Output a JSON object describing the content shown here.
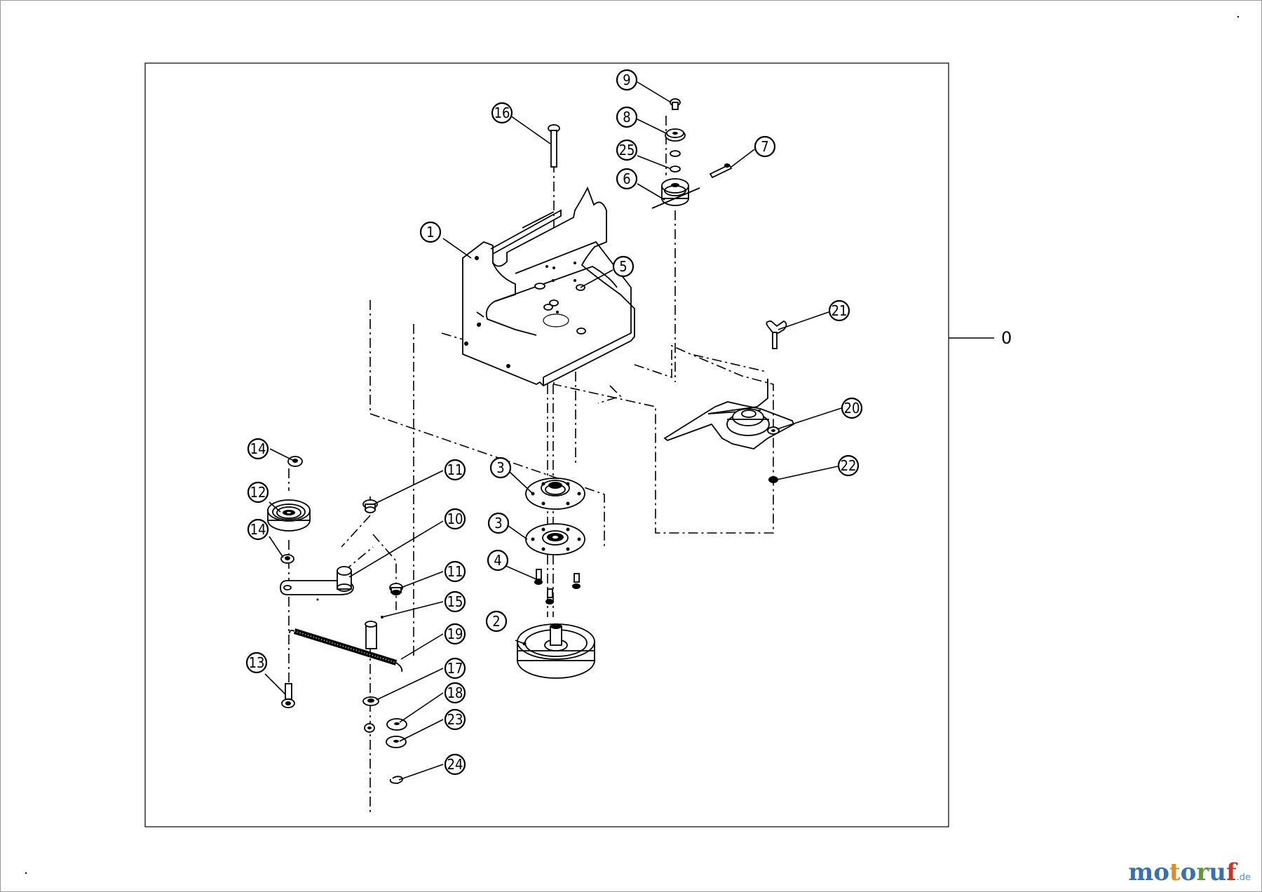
{
  "assembly_label": "0",
  "brand": {
    "letters": [
      "m",
      "o",
      "t",
      "o",
      "r",
      "u",
      "f"
    ],
    "letter_colors": [
      "#3a6fb0",
      "#3a6fb0",
      "#e08a2a",
      "#3a6fb0",
      "#5a9a3c",
      "#3a6fb0",
      "#c0392b"
    ],
    "suffix": ".de"
  },
  "callouts": [
    {
      "id": "c1",
      "label": "1"
    },
    {
      "id": "c2",
      "label": "2"
    },
    {
      "id": "c3a",
      "label": "3"
    },
    {
      "id": "c3b",
      "label": "3"
    },
    {
      "id": "c4",
      "label": "4"
    },
    {
      "id": "c5",
      "label": "5"
    },
    {
      "id": "c6",
      "label": "6"
    },
    {
      "id": "c7",
      "label": "7"
    },
    {
      "id": "c8",
      "label": "8"
    },
    {
      "id": "c9",
      "label": "9"
    },
    {
      "id": "c10",
      "label": "10"
    },
    {
      "id": "c11a",
      "label": "11"
    },
    {
      "id": "c11b",
      "label": "11"
    },
    {
      "id": "c12",
      "label": "12"
    },
    {
      "id": "c13",
      "label": "13"
    },
    {
      "id": "c14a",
      "label": "14"
    },
    {
      "id": "c14b",
      "label": "14"
    },
    {
      "id": "c15",
      "label": "15"
    },
    {
      "id": "c16",
      "label": "16"
    },
    {
      "id": "c17",
      "label": "17"
    },
    {
      "id": "c18",
      "label": "18"
    },
    {
      "id": "c19",
      "label": "19"
    },
    {
      "id": "c20",
      "label": "20"
    },
    {
      "id": "c21",
      "label": "21"
    },
    {
      "id": "c22",
      "label": "22"
    },
    {
      "id": "c23",
      "label": "23"
    },
    {
      "id": "c24",
      "label": "24"
    },
    {
      "id": "c25",
      "label": "25"
    }
  ]
}
